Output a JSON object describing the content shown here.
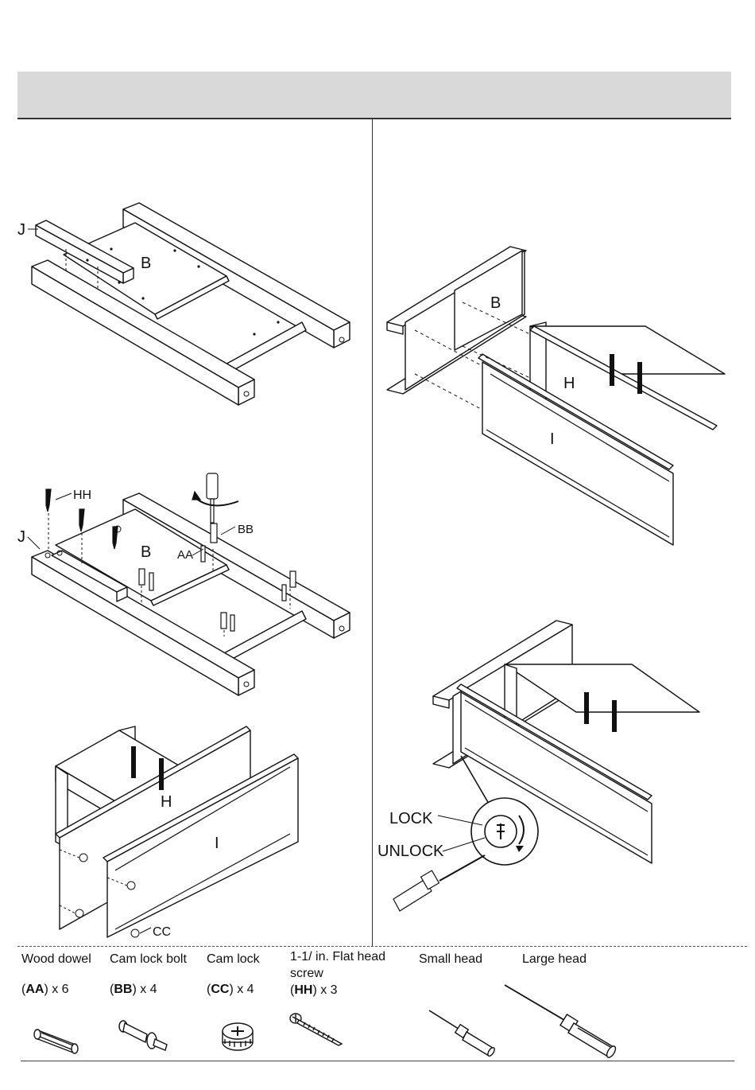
{
  "panels": {
    "step1": {
      "labels": {
        "j": "J",
        "b": "B"
      }
    },
    "step2": {
      "labels": {
        "hh": "HH",
        "j": "J",
        "b": "B",
        "aa": "AA",
        "bb": "BB"
      }
    },
    "step3": {
      "labels": {
        "h": "H",
        "i": "I",
        "cc": "CC"
      }
    },
    "step4": {
      "labels": {
        "b": "B",
        "h": "H",
        "i": "I"
      }
    },
    "step5": {
      "labels": {
        "lock": "LOCK",
        "unlock": "UNLOCK"
      }
    }
  },
  "hardware": [
    {
      "name": "Wood dowel",
      "code": "AA",
      "qty": "x 6",
      "icon": "wood-dowel-icon"
    },
    {
      "name": "Cam lock bolt",
      "code": "BB",
      "qty": "x 4",
      "icon": "cam-lock-bolt-icon"
    },
    {
      "name": "Cam lock",
      "code": "CC",
      "qty": "x 4",
      "icon": "cam-lock-icon"
    },
    {
      "name": "1-1/   in. Flat head",
      "name2": "screw",
      "code": "HH",
      "qty": "x 3",
      "icon": "flat-head-screw-icon"
    }
  ],
  "tools": [
    {
      "name": "Small head",
      "icon": "small-screwdriver-icon"
    },
    {
      "name": "Large head",
      "icon": "large-screwdriver-icon"
    }
  ]
}
